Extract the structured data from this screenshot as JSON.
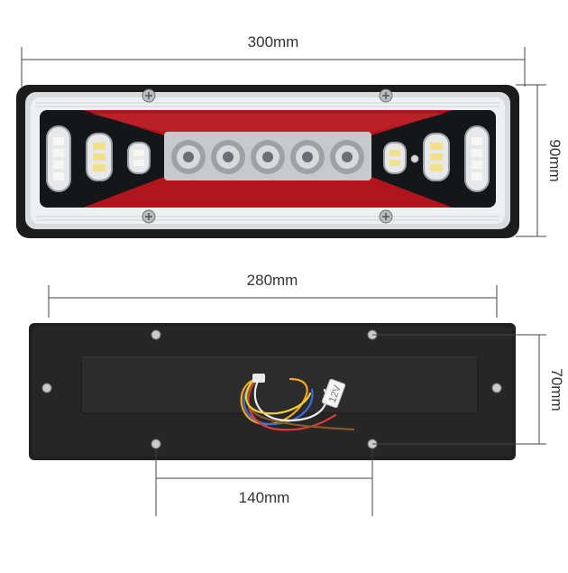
{
  "dimensions": {
    "top_width": "300mm",
    "top_height": "90mm",
    "bottom_width": "280mm",
    "bottom_height": "70mm",
    "hole_spacing": "140mm"
  },
  "wire_tag": "12V",
  "colors": {
    "housing": "#1c1c1c",
    "reflector_red": "#b0141d",
    "lens_clear": "#e8eaec",
    "backplate": "#202020",
    "dimension_line": "#444444"
  },
  "wire_colors": [
    "#f5a623",
    "#3b6fd4",
    "#e43b3b",
    "#8a5a2b",
    "#eeeeee",
    "#f0d03a"
  ],
  "icons": [
    "screw-icon",
    "led-strip-icon",
    "lens-icon"
  ]
}
